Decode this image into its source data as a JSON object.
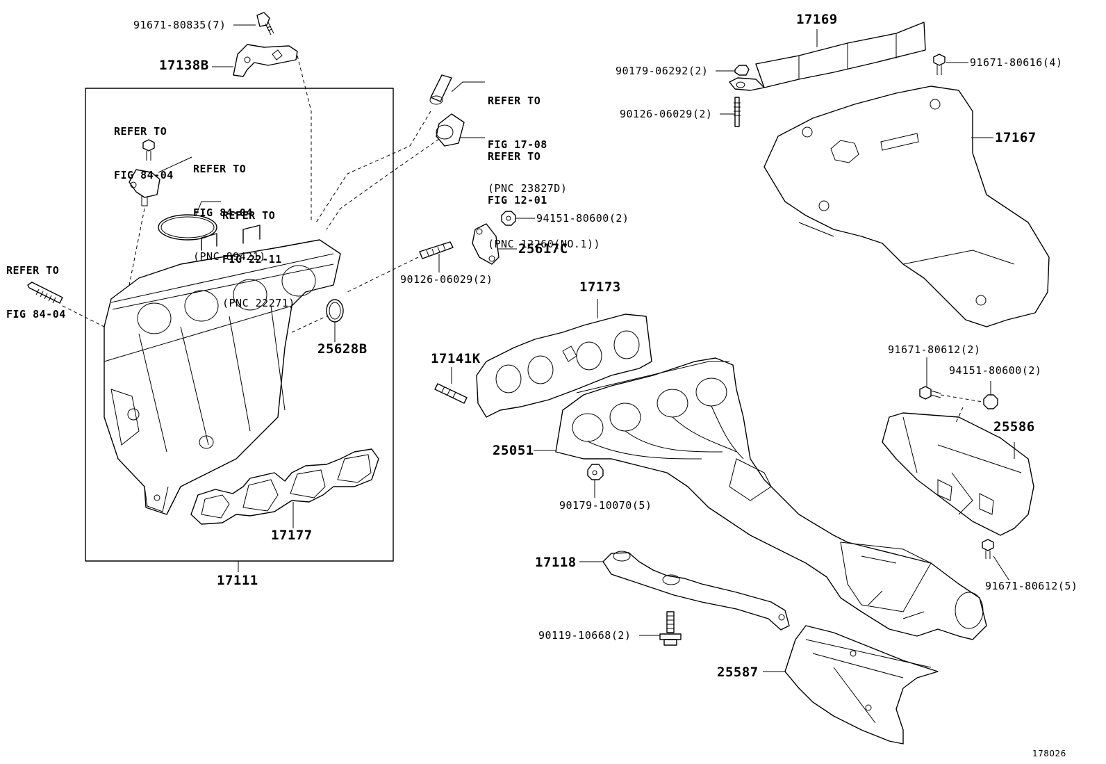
{
  "parts": {
    "p91671_80835": "91671-80835(7)",
    "p17138B": "17138B",
    "ref_84_04_a": [
      "REFER TO",
      "FIG 84-04"
    ],
    "ref_84_04_b": [
      "REFER TO",
      "FIG 84-04",
      "(PNC 89421)"
    ],
    "ref_22_11": [
      "REFER TO",
      "FIG 22-11",
      "(PNC 22271)"
    ],
    "ref_84_04_c": [
      "REFER TO",
      "FIG 84-04"
    ],
    "ref_17_08": [
      "REFER TO",
      "FIG 17-08",
      "(PNC 23827D)"
    ],
    "ref_12_01": [
      "REFER TO",
      "FIG 12-01",
      "(PNC 12260(NO.1))"
    ],
    "p94151_80600_a": "94151-80600(2)",
    "p25617C": "25617C",
    "p90126_06029_a": "90126-06029(2)",
    "p25628B": "25628B",
    "p17111": "17111",
    "p17177": "17177",
    "p17173": "17173",
    "p17141K": "17141K",
    "p25051": "25051",
    "p90179_10070": "90179-10070(5)",
    "p17118": "17118",
    "p90119_10668": "90119-10668(2)",
    "p25587": "25587",
    "p17169": "17169",
    "p90179_06292": "90179-06292(2)",
    "p90126_06029_b": "90126-06029(2)",
    "p91671_80616": "91671-80616(4)",
    "p17167": "17167",
    "p91671_80612_a": "91671-80612(2)",
    "p94151_80600_b": "94151-80600(2)",
    "p25586": "25586",
    "p91671_80612_b": "91671-80612(5)"
  },
  "figure_number": "178026"
}
